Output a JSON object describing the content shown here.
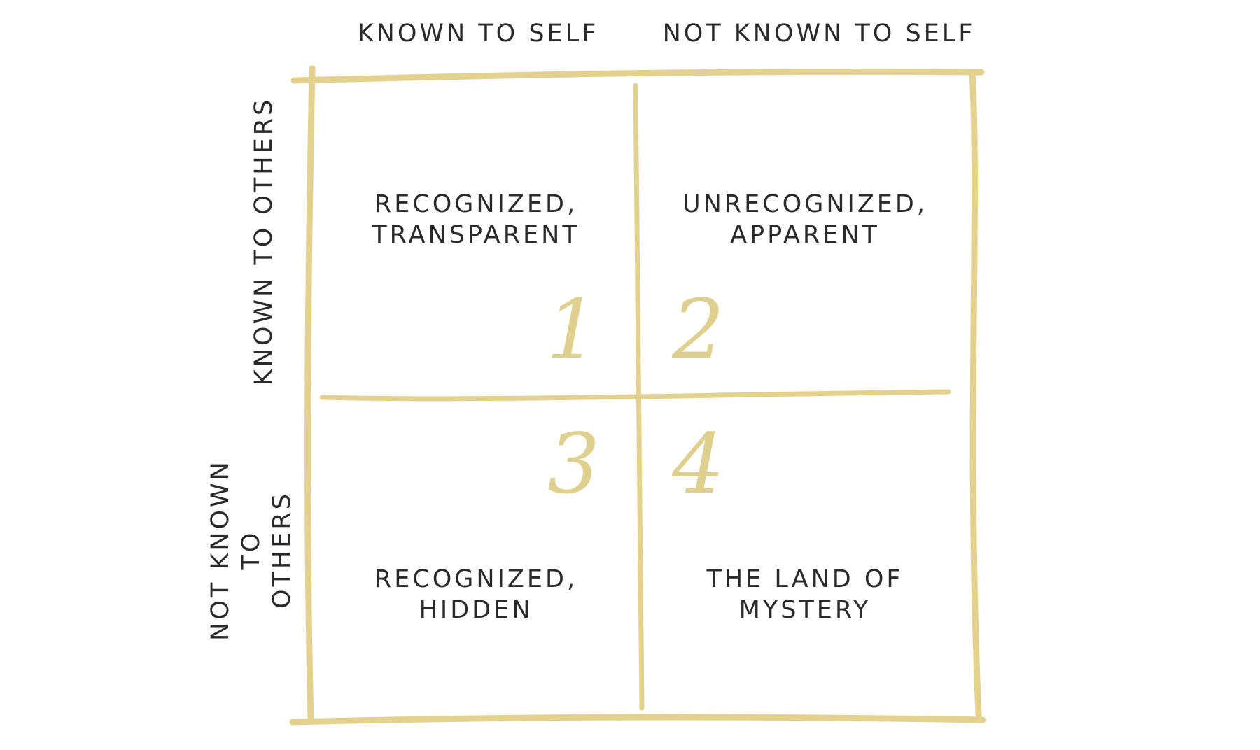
{
  "headers": {
    "columns": [
      "KNOWN TO SELF",
      "NOT KNOWN TO SELF"
    ],
    "rows": [
      "KNOWN TO OTHERS",
      "NOT KNOWN TO\nOTHERS"
    ]
  },
  "quadrants": [
    {
      "number": "1",
      "label": "RECOGNIZED,\nTRANSPARENT"
    },
    {
      "number": "2",
      "label": "UNRECOGNIZED,\nAPPARENT"
    },
    {
      "number": "3",
      "label": "RECOGNIZED,\nHIDDEN"
    },
    {
      "number": "4",
      "label": "THE LAND OF\nMYSTERY"
    }
  ],
  "colors": {
    "grid": "#e3d28f",
    "numbers": "#e0d08f",
    "text": "#2a2a2a"
  }
}
